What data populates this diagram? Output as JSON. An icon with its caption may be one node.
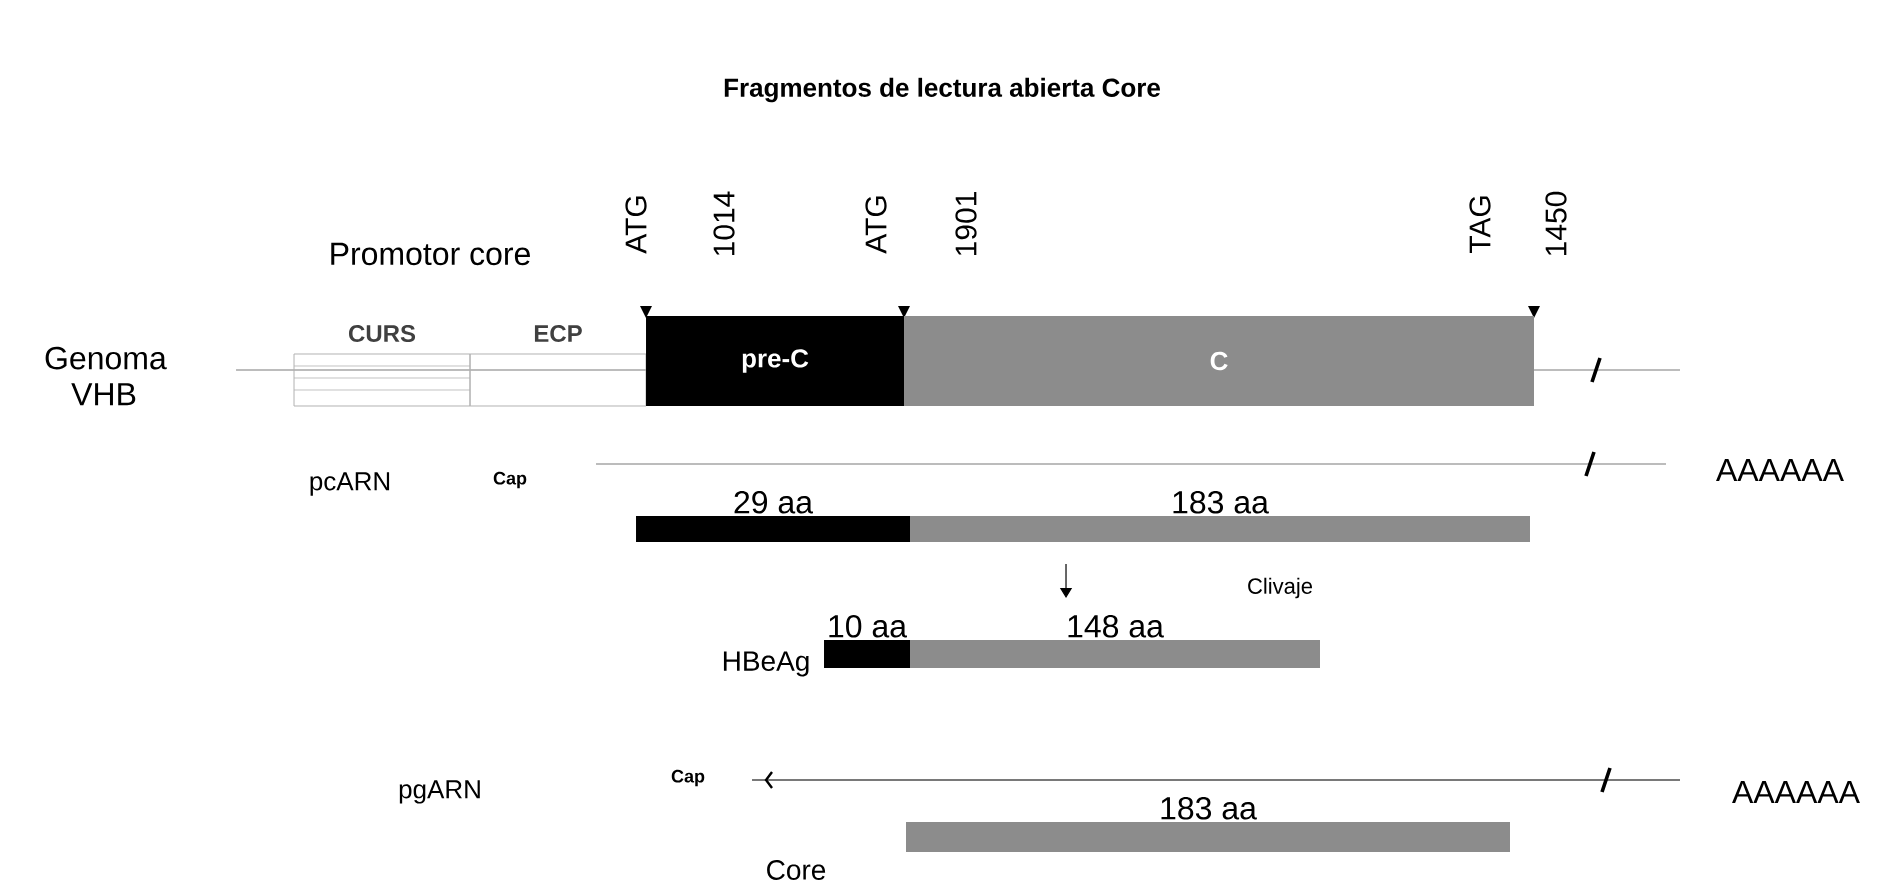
{
  "diagram": {
    "title": "Fragmentos de lectura abierta Core",
    "nodes": [
      {
        "text": [
          "CURS"
        ]
      },
      {
        "text": [
          "ECP"
        ]
      },
      {
        "text": [
          "pre-C"
        ]
      },
      {
        "text": [
          "C"
        ]
      },
      {
        "text": [
          "29 aa"
        ]
      },
      {
        "text": [
          "183 aa"
        ]
      },
      {
        "text": [
          "10 aa"
        ]
      },
      {
        "text": [
          "148 aa"
        ]
      },
      {
        "text": [
          "183 aa"
        ]
      }
    ],
    "labels": [
      "Promotor core",
      "ATG",
      "1014",
      "ATG",
      "1901",
      "TAG",
      "1450",
      "Genoma VHB",
      "pcARN",
      "Cap",
      "AAAAAA",
      "Clivaje",
      "HBeAg",
      "pgARN",
      "Cap",
      "AAAAAA",
      "Core"
    ]
  }
}
